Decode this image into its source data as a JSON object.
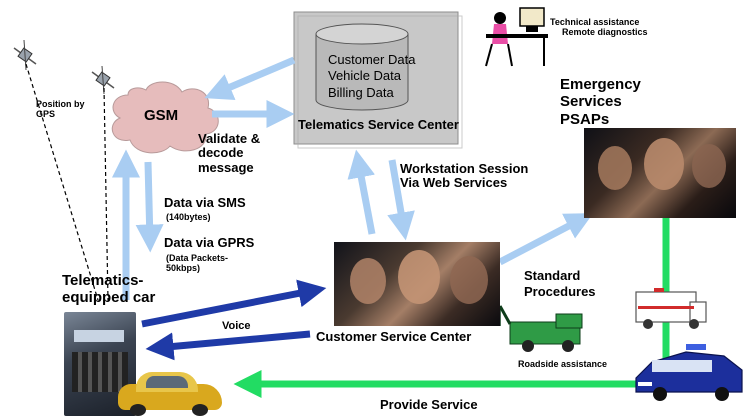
{
  "nodes": {
    "gsm": "GSM",
    "tsc_db_lines": [
      "Customer Data",
      "Vehicle Data",
      "Billing Data"
    ],
    "tsc": "Telematics Service Center",
    "tech_lines": [
      "Technical assistance",
      "Remote diagnostics"
    ],
    "emergency_lines": [
      "Emergency",
      "Services",
      "PSAPs"
    ],
    "csc": "Customer Service Center",
    "car_lines": [
      "Telematics-",
      "equipped car"
    ]
  },
  "labels": {
    "position_lines": [
      "Position by",
      "GPS"
    ],
    "validate_lines": [
      "Validate &",
      "decode",
      "message"
    ],
    "workstation_lines": [
      "Workstation Session",
      "Via Web Services"
    ],
    "sms": "Data via SMS",
    "sms_size": "(140bytes)",
    "gprs": "Data via GPRS",
    "gprs_size_lines": [
      "(Data Packets-",
      "50kbps)"
    ],
    "standard_lines": [
      "Standard",
      "Procedures"
    ],
    "voice": "Voice",
    "roadside": "Roadside assistance",
    "provide": "Provide Service"
  },
  "colors": {
    "light_blue": "#a9cdf2",
    "dark_blue": "#1f3aa7",
    "green": "#22dc63",
    "gsm_cloud": "#e6bcbc",
    "tsc_box": "#c8c8c8"
  }
}
